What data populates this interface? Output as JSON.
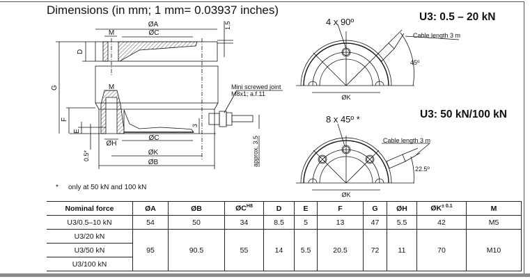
{
  "title": "Dimensions (in mm; 1 mm= 0.03937 inches)",
  "side_view": {
    "labels": {
      "A": "ØA",
      "C_top": "ØC",
      "M_top": "M",
      "D": "D",
      "G": "G",
      "M_bottom": "M",
      "F": "F",
      "E": "E",
      "H": "ØH",
      "C_bottom": "ØC",
      "K": "ØK",
      "B": "ØB",
      "dim_1_5": "1.5",
      "dim_3": "3",
      "dim_0_5": "0.5*",
      "approx": "approx. 3.5"
    },
    "joint_line1": "Mini screwed joint",
    "joint_line2": "M8x1; a.f.11"
  },
  "footnote": {
    "mark": "*",
    "text": "only at 50 kN and 100 kN"
  },
  "top_view_small": {
    "model": "U3: 0.5 – 20 kN",
    "holes": "4 x 90º",
    "cable": "Cable length 3 m",
    "angle": "45º",
    "k_label": "ØK"
  },
  "top_view_large": {
    "model": "U3: 50 kN/100 kN",
    "holes": "8 x 45º *",
    "cable": "Cable length 3 m",
    "angle": "22.5º",
    "k_label": "ØK"
  },
  "table": {
    "headers": [
      "Nominal force",
      "ØA",
      "ØB",
      "ØC",
      "D",
      "E",
      "F",
      "G",
      "ØH",
      "ØK",
      "M"
    ],
    "header_sups": {
      "C": "H8",
      "K": "± 0.1"
    },
    "row1": [
      "U3/0.5–10 kN",
      "54",
      "50",
      "34",
      "8.5",
      "5",
      "13",
      "47",
      "5.5",
      "42",
      "M5"
    ],
    "group_forces": [
      "U3/20 kN",
      "U3/50 kN",
      "U3/100 kN"
    ],
    "group_values": [
      "95",
      "90.5",
      "55",
      "14",
      "5.5",
      "20.5",
      "72",
      "11",
      "70",
      "M10"
    ]
  }
}
